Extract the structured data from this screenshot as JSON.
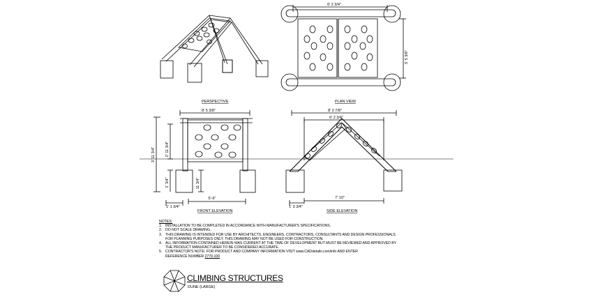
{
  "views": {
    "perspective": "PERSPECTIVE",
    "plan_view": "PLAN VIEW",
    "front_elevation": "FRONT ELEVATION",
    "side_elevation": "SIDE ELEVATION"
  },
  "dimensions": {
    "plan_width": "6' 2 3/4\"",
    "plan_depth": "5' 5 3/8\"",
    "front_overall": "8' 5 3/8\"",
    "front_height_total": "3' 11 3/4\"",
    "front_height_top": "2' 11 3/4\"",
    "front_leg": "1' 3/4\"",
    "front_post": "1' 1 3/4\"",
    "front_post_inner": "11 3/4\"",
    "front_span": "5'-6\"",
    "side_top_outer": "8' 2 7/8\"",
    "side_top_inner": "6' 2 3/4\"",
    "side_span": "7' 10\"",
    "side_post": "1' 3 3/4\""
  },
  "notes": {
    "header": "NOTES:",
    "items": [
      {
        "num": "1.",
        "lines": [
          "INSTALLATION TO BE COMPLETED IN ACCORDANCE WITH MANUFACTURER'S SPECIFICATIONS."
        ]
      },
      {
        "num": "2.",
        "lines": [
          "DO NOT SCALE DRAWING."
        ]
      },
      {
        "num": "3.",
        "lines": [
          "THIS DRAWING IS INTENDED FOR USE BY ARCHITECTS, ENGINEERS, CONTRACTORS, CONSULTANTS AND DESIGN PROFESSIONALS",
          "FOR PLANNING PURPOSES ONLY.  THIS DRAWING MAY NOT BE USED FOR CONSTRUCTION."
        ]
      },
      {
        "num": "4.",
        "lines": [
          "ALL INFORMATION CONTAINED HEREIN WAS CURRENT AT THE TIME OF DEVELOPMENT BUT MUST BE REVIEWED AND APPROVED BY",
          "THE PRODUCT MANUFACTURER TO BE CONSIDERED ACCURATE."
        ]
      },
      {
        "num": "5.",
        "lines": [
          "CONTRACTOR'S NOTE: FOR PRODUCT AND COMPANY INFORMATION VISIT www.CADdetails.com/info AND ENTER"
        ]
      }
    ],
    "reference_label": "REFERENCE NUMBER",
    "reference_number": "2779-100"
  },
  "title_block": {
    "title": "CLIMBING STRUCTURES",
    "subtitle": "DUNE (LARGE)"
  }
}
